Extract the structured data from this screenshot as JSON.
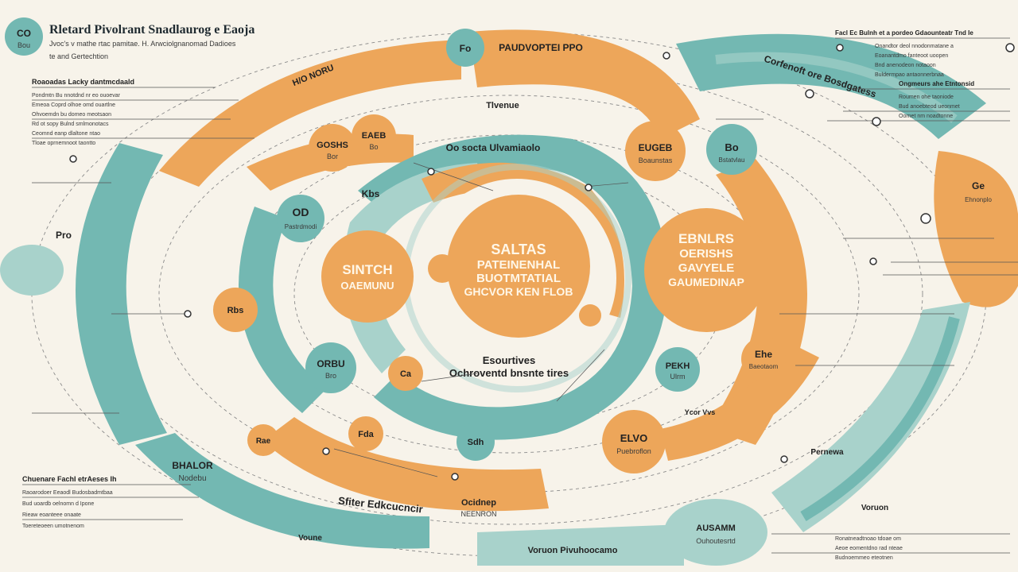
{
  "colors": {
    "background": "#f7f3ea",
    "orange": "#eda65a",
    "teal": "#73b8b2",
    "light_teal": "#a8d2cb",
    "ink": "#222222"
  },
  "header": {
    "badge_top": "CO",
    "badge_bottom": "Bou",
    "title": "Rletard Pivolrant Snadlaurog e Eaoja",
    "subtitle_1": "Jvoc's v mathe rtac pamitae. H. Arwciolgnanomad Dadioes",
    "subtitle_2": "te and Gertechtion"
  },
  "center": {
    "line_1": "SALTAS",
    "line_2": "PATEINENHAL",
    "line_3": "BUOTMTATIAL",
    "line_4": "GHCVOR KEN FLOB"
  },
  "inner_ring": {
    "label": "Oo socta Ulvamiaolo",
    "top_note": "Tlvenue",
    "bottom_title": "Esourtives",
    "bottom_sub": "Ochroventd bnsnte tires"
  },
  "arcs": {
    "top_outer": "PAUDVOPTEI PPO",
    "top_left": "H/O NORU",
    "top_right": "Corfenoft ore Bosdgatess",
    "bottom_left": "Sfiter Edkcucncir",
    "bottom_right": "Voruon Pivuhoocamo",
    "bottom_far_left": "Voune",
    "bottom_far_right": "Voruon"
  },
  "nodes": {
    "n_top_teal": "Fo",
    "n_goshs": "GOSHS",
    "n_goshs_sub": "Bor",
    "n_eaeb": "EAEB",
    "n_eaeb_sub": "Bo",
    "n_od": "OD",
    "n_od_sub": "Pastrdmodi",
    "n_sintch": "SINTCH",
    "n_sintch_sub": "OAEMUNU",
    "n_rbs": "Rbs",
    "n_orbu": "ORBU",
    "n_orbu_sub": "Bro",
    "n_ca": "Ca",
    "n_sdh": "Sdh",
    "n_fda": "Fda",
    "n_rae": "Rae",
    "n_eugeb": "EUGEB",
    "n_eugeb_sub": "Boaunstas",
    "n_bo": "Bo",
    "n_bo_sub": "Bstatvlau",
    "n_ebnlrs": "EBNLRS",
    "n_ebnlrs_2": "OERISHS",
    "n_ebnlrs_3": "GAVYELE",
    "n_ebnlrs_4": "GAUMEDINAP",
    "n_pekh": "PEKH",
    "n_pekh_sub": "Ulrm",
    "n_ehe": "Ehe",
    "n_ehe_sub": "Baeotaom",
    "n_elvo": "ELVO",
    "n_elvo_sub": "Puebroflon",
    "n_ocidnep": "Ocidnep",
    "n_ocidnep_sub": "NEENRON",
    "n_bhalor": "BHALOR",
    "n_bhalor_sub": "Nodebu",
    "n_ge": "Ge",
    "n_ge_sub": "Ehnonplo",
    "n_ausamm": "AUSAMM",
    "n_ausamm_sub": "Ouhoutesrtd"
  },
  "side_labels": {
    "left_top_heading": "Roaoadas Lacky dantmcdaald",
    "left_top_lines": [
      "Pondmtn Bu nnotdnd nr eo ouoevar",
      "Emeoa Coprd olhoe omd ouartlne",
      "Ohvoemdn bu domeo meotsaon",
      "Rd ot sopy Bulnd smlmonotacs",
      "Ceomnd eanp dlaltone ntao",
      "Tloae oprnemnoot taontto"
    ],
    "left_bottom_heading": "Chuenare FachI etrAeses Ih",
    "left_bottom_lines": [
      "Raoarodoer Eeaodl Budosbadmtbaa",
      "Bud uoardb oelnomn d Ipone",
      "Rieaw eoanteee onaate",
      "Toereteoeen umotnenom"
    ],
    "right_top_heading": "Facl Ec Bulnh et a pordeo Gdaounteatr Tnd Ie",
    "right_top_lines": [
      "Onandtor deol nnodonmatane a",
      "Eoanantdmo fanteoot uoopen",
      "Bnd anenodeon notaoon",
      "Buldermpao antaonnerbnaa"
    ],
    "right_mid_heading": "Ongmeurs ahe Etntonsid",
    "right_mid_lines": [
      "Roumen ohe taoniode",
      "Bud anoebteod ueonmet",
      "Oornet nm noadtonne"
    ],
    "right_bottom_lines": [
      "Ronatneadtnoao tdoae om",
      "Aeoe eomentdno rad nteae",
      "Budnoemmeo eteotnen"
    ],
    "kbs": "Kbs",
    "pernew": "Pernewa",
    "ycorvs": "Ycor Vvs",
    "pro": "Pro"
  }
}
